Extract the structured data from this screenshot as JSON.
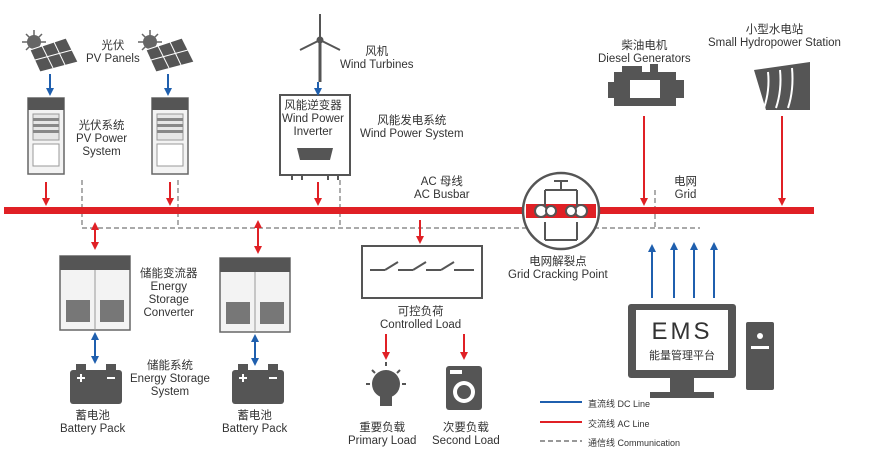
{
  "labels": {
    "pv_panels": {
      "zh": "光伏",
      "en": "PV Panels"
    },
    "pv_system": {
      "zh": "光伏系统",
      "en1": "PV Power",
      "en2": "System"
    },
    "wind_turbines": {
      "zh": "风机",
      "en": "Wind Turbines"
    },
    "wind_inverter": {
      "zh": "风能逆变器",
      "en1": "Wind Power",
      "en2": "Inverter"
    },
    "wind_system": {
      "zh": "风能发电系统",
      "en": "Wind Power System"
    },
    "diesel": {
      "zh": "柴油电机",
      "en": "Diesel Generators"
    },
    "hydro": {
      "zh": "小型水电站",
      "en": "Small Hydropower Station"
    },
    "ac_busbar": {
      "zh": "AC 母线",
      "en": "AC Busbar"
    },
    "grid": {
      "zh": "电网",
      "en": "Grid"
    },
    "grid_cracking": {
      "zh": "电网解裂点",
      "en": "Grid Cracking Point"
    },
    "energy_storage_converter": {
      "zh": "储能变流器",
      "en1": "Energy",
      "en2": "Storage",
      "en3": "Converter"
    },
    "energy_storage_system": {
      "zh": "储能系统",
      "en1": "Energy Storage",
      "en2": "System"
    },
    "battery_pack": {
      "zh": "蓄电池",
      "en": "Battery Pack"
    },
    "controlled_load": {
      "zh": "可控负荷",
      "en": "Controlled Load"
    },
    "primary_load": {
      "zh": "重要负载",
      "en": "Primary Load"
    },
    "second_load": {
      "zh": "次要负载",
      "en": "Second Load"
    },
    "ems": {
      "title": "EMS",
      "zh": "能量管理平台"
    }
  },
  "legend": {
    "dc": "直流线 DC Line",
    "ac": "交流线 AC Line",
    "comm": "通信线 Communication"
  },
  "colors": {
    "dc_line": "#1f5fae",
    "ac_line": "#e02025",
    "comm_line": "#777777",
    "equipment": "#555555"
  }
}
